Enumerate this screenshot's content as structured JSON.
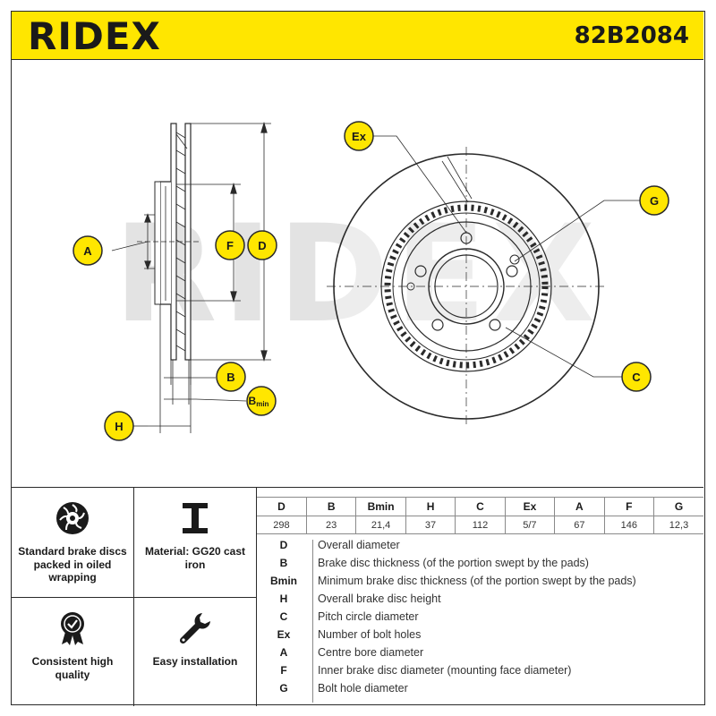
{
  "header": {
    "brand": "RIDEX",
    "part_number": "82B2084"
  },
  "watermark": "RIDEX",
  "callouts": {
    "A": "A",
    "F": "F",
    "D": "D",
    "B": "B",
    "Bmin_main": "B",
    "Bmin_sub": "min",
    "H": "H",
    "Ex": "Ex",
    "G": "G",
    "C": "C"
  },
  "features": [
    {
      "icon": "brake-disc-icon",
      "label": "Standard brake discs packed in oiled wrapping"
    },
    {
      "icon": "i-beam-icon",
      "label": "Material: GG20 cast iron"
    },
    {
      "icon": "quality-badge-icon",
      "label": "Consistent high quality"
    },
    {
      "icon": "wrench-icon",
      "label": "Easy installation"
    }
  ],
  "spec_table": {
    "headers": [
      "D",
      "B",
      "Bmin",
      "H",
      "C",
      "Ex",
      "A",
      "F",
      "G"
    ],
    "values": [
      "298",
      "23",
      "21,4",
      "37",
      "112",
      "5/7",
      "67",
      "146",
      "12,3"
    ]
  },
  "legend": [
    {
      "key": "D",
      "desc": "Overall diameter"
    },
    {
      "key": "B",
      "desc": "Brake disc thickness (of the portion swept by the pads)"
    },
    {
      "key": "Bmin",
      "desc": "Minimum brake disc thickness (of the portion swept by the pads)"
    },
    {
      "key": "H",
      "desc": "Overall brake disc height"
    },
    {
      "key": "C",
      "desc": "Pitch circle diameter"
    },
    {
      "key": "Ex",
      "desc": "Number of bolt holes"
    },
    {
      "key": "A",
      "desc": "Centre bore diameter"
    },
    {
      "key": "F",
      "desc": "Inner brake disc diameter (mounting face diameter)"
    },
    {
      "key": "G",
      "desc": "Bolt hole diameter"
    }
  ],
  "colors": {
    "accent": "#ffe600",
    "line": "#2a2a2a",
    "watermark": "#e3e3e3"
  }
}
